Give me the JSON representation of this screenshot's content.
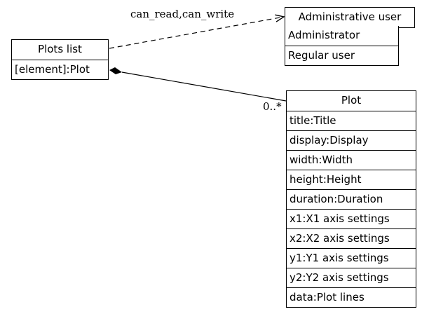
{
  "plots_list": {
    "title": "Plots list",
    "attributes": [
      "[element]:Plot"
    ]
  },
  "administrative_user": {
    "title": "Administrative user",
    "attributes": [
      "Administrator",
      "Regular user"
    ]
  },
  "plot": {
    "title": "Plot",
    "attributes": [
      "title:Title",
      "display:Display",
      "width:Width",
      "height:Height",
      "duration:Duration",
      "x1:X1 axis settings",
      "x2:X2 axis settings",
      "y1:Y1 axis settings",
      "y2:Y2 axis settings",
      "data:Plot lines"
    ]
  },
  "relations": {
    "access_label": "can_read,can_write",
    "composition_multiplicity": "0..*"
  }
}
